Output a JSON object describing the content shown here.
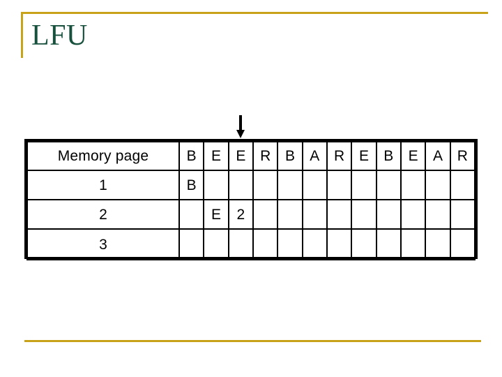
{
  "slide": {
    "title": "LFU",
    "title_color": "#17503c",
    "accent_color": "#c8a319"
  },
  "marker": {
    "icon": "down-arrow-icon",
    "points_at_column_index": 2,
    "points_at_reference": "E"
  },
  "table": {
    "header_label": "Memory page",
    "reference_string": [
      "B",
      "E",
      "E",
      "R",
      "B",
      "A",
      "R",
      "E",
      "B",
      "E",
      "A",
      "R"
    ],
    "row_labels": [
      "1",
      "2",
      "3"
    ],
    "frame_colors": {
      "page_value": "#cc88dd",
      "count_value": "#a02030",
      "text": "#000000"
    },
    "cells": [
      [
        {
          "text": "B",
          "kind": "page"
        },
        {
          "text": "",
          "kind": "empty"
        },
        {
          "text": "",
          "kind": "empty"
        },
        {
          "text": "",
          "kind": "empty"
        },
        {
          "text": "",
          "kind": "empty"
        },
        {
          "text": "",
          "kind": "empty"
        },
        {
          "text": "",
          "kind": "empty"
        },
        {
          "text": "",
          "kind": "empty"
        },
        {
          "text": "",
          "kind": "empty"
        },
        {
          "text": "",
          "kind": "empty"
        },
        {
          "text": "",
          "kind": "empty"
        },
        {
          "text": "",
          "kind": "empty"
        }
      ],
      [
        {
          "text": "",
          "kind": "empty"
        },
        {
          "text": "E",
          "kind": "page"
        },
        {
          "text": "2",
          "kind": "count"
        },
        {
          "text": "",
          "kind": "empty"
        },
        {
          "text": "",
          "kind": "empty"
        },
        {
          "text": "",
          "kind": "empty"
        },
        {
          "text": "",
          "kind": "empty"
        },
        {
          "text": "",
          "kind": "empty"
        },
        {
          "text": "",
          "kind": "empty"
        },
        {
          "text": "",
          "kind": "empty"
        },
        {
          "text": "",
          "kind": "empty"
        },
        {
          "text": "",
          "kind": "empty"
        }
      ],
      [
        {
          "text": "",
          "kind": "empty"
        },
        {
          "text": "",
          "kind": "empty"
        },
        {
          "text": "",
          "kind": "empty"
        },
        {
          "text": "",
          "kind": "empty"
        },
        {
          "text": "",
          "kind": "empty"
        },
        {
          "text": "",
          "kind": "empty"
        },
        {
          "text": "",
          "kind": "empty"
        },
        {
          "text": "",
          "kind": "empty"
        },
        {
          "text": "",
          "kind": "empty"
        },
        {
          "text": "",
          "kind": "empty"
        },
        {
          "text": "",
          "kind": "empty"
        },
        {
          "text": "",
          "kind": "empty"
        }
      ]
    ]
  }
}
